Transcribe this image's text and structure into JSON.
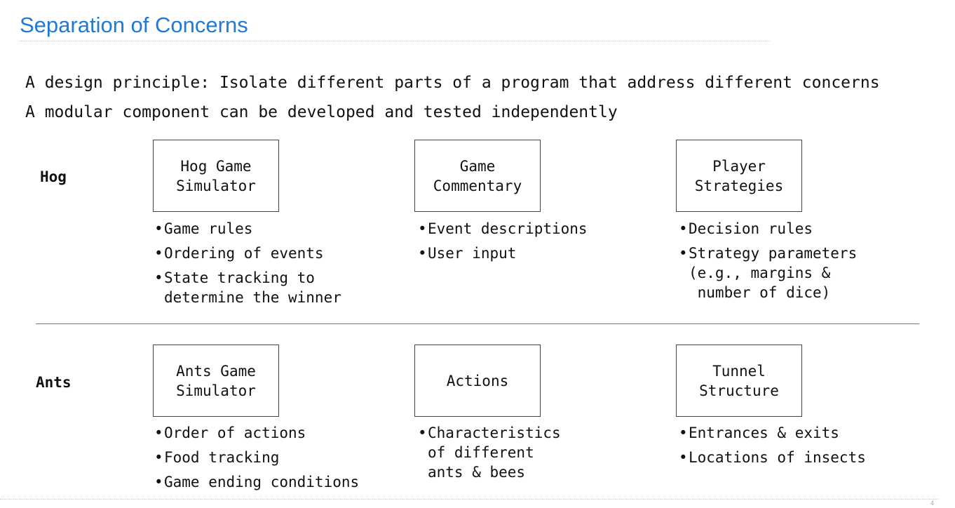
{
  "title": "Separation of Concerns",
  "statements": [
    "A design principle: Isolate different parts of a program that address different concerns",
    "A modular component can be developed and tested independently"
  ],
  "hog": {
    "label": "Hog",
    "columns": [
      {
        "title": "Hog Game\nSimulator",
        "bullets": [
          "Game rules",
          "Ordering of events",
          "State tracking to\ndetermine the winner"
        ]
      },
      {
        "title": "Game\nCommentary",
        "bullets": [
          "Event descriptions",
          "User input"
        ]
      },
      {
        "title": "Player\nStrategies",
        "bullets": [
          "Decision rules",
          "Strategy parameters\n(e.g., margins &\n number of dice)"
        ]
      }
    ]
  },
  "ants": {
    "label": "Ants",
    "columns": [
      {
        "title": "Ants Game\nSimulator",
        "bullets": [
          "Order of actions",
          "Food tracking",
          "Game ending conditions"
        ]
      },
      {
        "title": "Actions",
        "bullets": [
          "Characteristics\nof different\nants & bees"
        ]
      },
      {
        "title": "Tunnel\nStructure",
        "bullets": [
          "Entrances & exits",
          "Locations of insects"
        ]
      }
    ]
  },
  "page_number": "4",
  "colors": {
    "title": "#1f7ad6",
    "text": "#111111"
  }
}
